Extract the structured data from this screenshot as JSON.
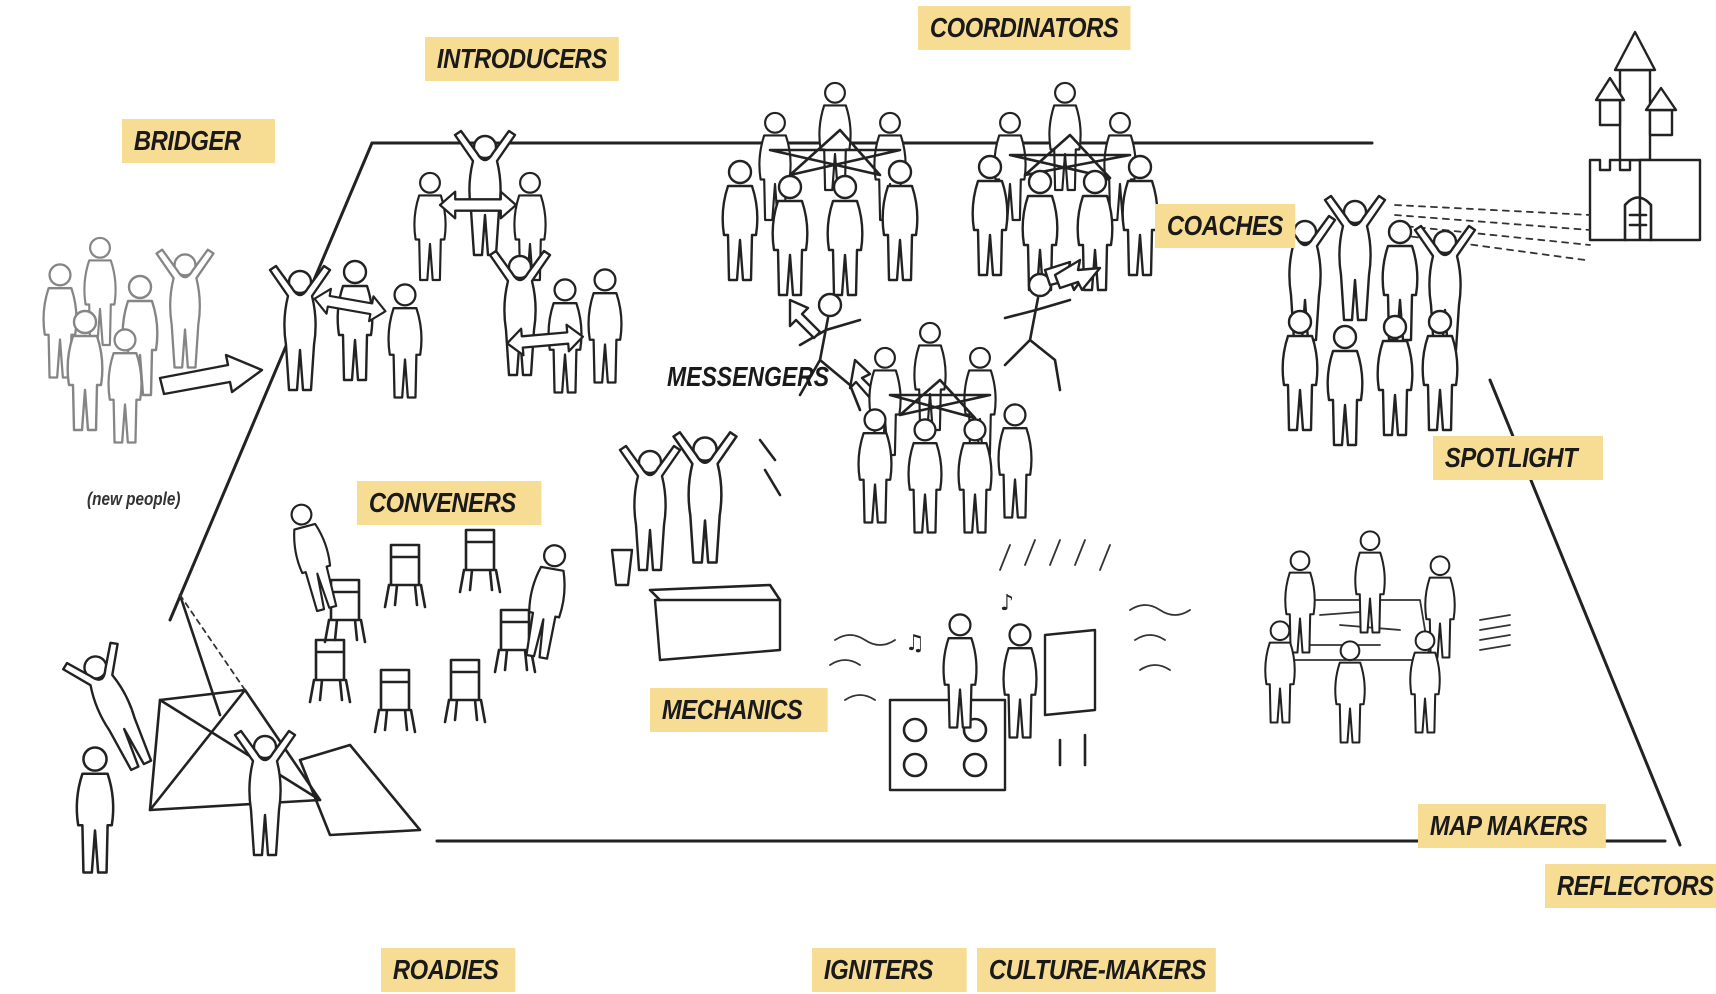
{
  "labels": {
    "coordinators": "COORDINATORS",
    "introducers": "INTRODUCERS",
    "bridger": "BRIDGER",
    "coaches": "COACHES",
    "messengers": "MESSENGERS",
    "spotlight": "SPOTLIGHT",
    "new_people": "(new people)",
    "conveners": "CONVENERS",
    "mechanics": "MECHANICS",
    "map_makers": "MAP MAKERS",
    "reflectors": "REFLECTORS",
    "roadies": "ROADIES",
    "igniters": "IGNITERS",
    "culture_makers": "CULTURE-MAKERS"
  },
  "colors": {
    "label_background": "#f7dc94",
    "ink": "#222222",
    "background": "#ffffff"
  },
  "icons": [
    "bridger-crowd-icon",
    "introducer-group-icon",
    "coordinator-circle-icon",
    "coach-runner-icon",
    "messenger-runner-icon",
    "castle-icon",
    "spotlight-crowd-icon",
    "convener-chairs-icon",
    "mechanic-statue-icon",
    "dj-booth-icon",
    "map-maker-table-icon",
    "roadie-tent-icon"
  ]
}
